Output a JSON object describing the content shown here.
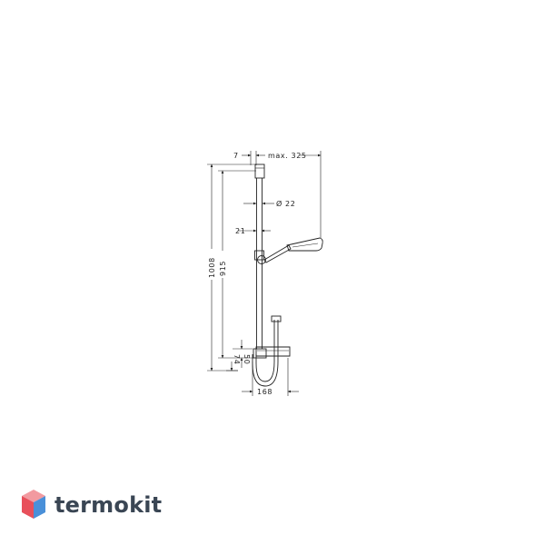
{
  "dimensions": {
    "wall_offset": "7",
    "max_reach": "max. 325",
    "rail_diameter": "Ø 22",
    "rail_width": "21",
    "total_height": "1008",
    "rail_height": "915",
    "bottom_a": "50",
    "bottom_b": "74",
    "shelf_width": "168"
  },
  "brand": {
    "name": "termokit",
    "colors": {
      "primary": "#e8505b",
      "secondary": "#4a90d9",
      "text": "#3a4654"
    }
  }
}
